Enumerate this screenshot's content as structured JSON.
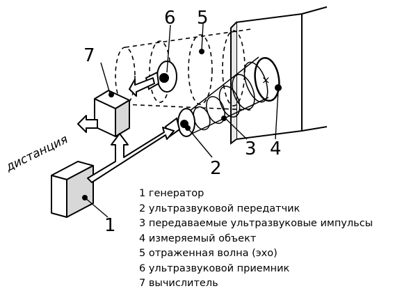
{
  "diagram": {
    "distance_label": "дистанция",
    "callouts": {
      "n1": "1",
      "n2": "2",
      "n3": "3",
      "n4": "4",
      "n5": "5",
      "n6": "6",
      "n7": "7"
    }
  },
  "legend": {
    "items": [
      "1 генератор",
      "2 ультразвуковой передатчик",
      "3 передаваемые ультразвуковые импульсы",
      "4 измеряемый объект",
      "5 отраженная волна (эхо)",
      "6 ультразвуковой приемник",
      "7 вычислитель"
    ]
  }
}
